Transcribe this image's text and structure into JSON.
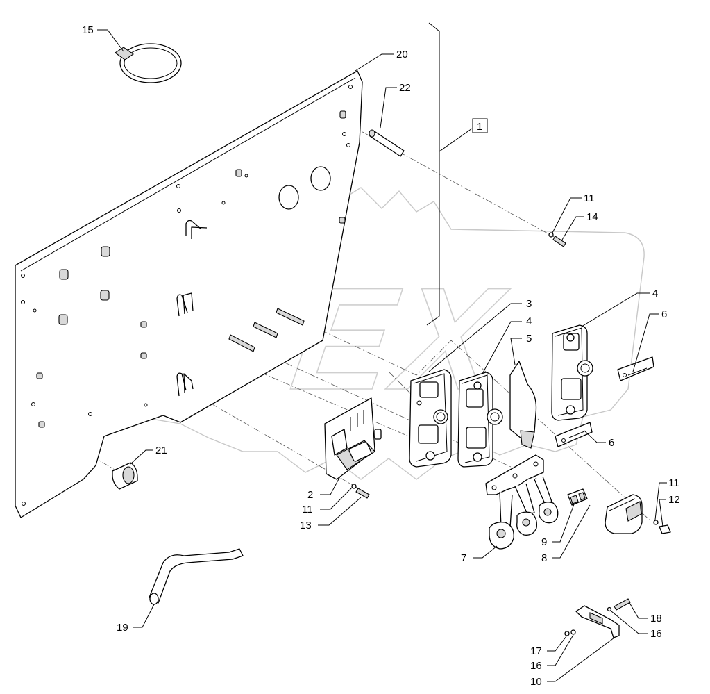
{
  "watermark": {
    "text": "OPEX"
  },
  "assembly_ref": "1",
  "callouts": [
    {
      "id": "c15",
      "label": "15"
    },
    {
      "id": "c20",
      "label": "20"
    },
    {
      "id": "c22",
      "label": "22"
    },
    {
      "id": "c1",
      "label": "1"
    },
    {
      "id": "c11a",
      "label": "11"
    },
    {
      "id": "c14",
      "label": "14"
    },
    {
      "id": "c3",
      "label": "3"
    },
    {
      "id": "c4a",
      "label": "4"
    },
    {
      "id": "c4b",
      "label": "4"
    },
    {
      "id": "c5",
      "label": "5"
    },
    {
      "id": "c6a",
      "label": "6"
    },
    {
      "id": "c6b",
      "label": "6"
    },
    {
      "id": "c21",
      "label": "21"
    },
    {
      "id": "c2",
      "label": "2"
    },
    {
      "id": "c11b",
      "label": "11"
    },
    {
      "id": "c13",
      "label": "13"
    },
    {
      "id": "c11c",
      "label": "11"
    },
    {
      "id": "c12",
      "label": "12"
    },
    {
      "id": "c7",
      "label": "7"
    },
    {
      "id": "c9",
      "label": "9"
    },
    {
      "id": "c8",
      "label": "8"
    },
    {
      "id": "c19",
      "label": "19"
    },
    {
      "id": "c18",
      "label": "18"
    },
    {
      "id": "c16a",
      "label": "16"
    },
    {
      "id": "c17",
      "label": "17"
    },
    {
      "id": "c16b",
      "label": "16"
    },
    {
      "id": "c10",
      "label": "10"
    }
  ]
}
